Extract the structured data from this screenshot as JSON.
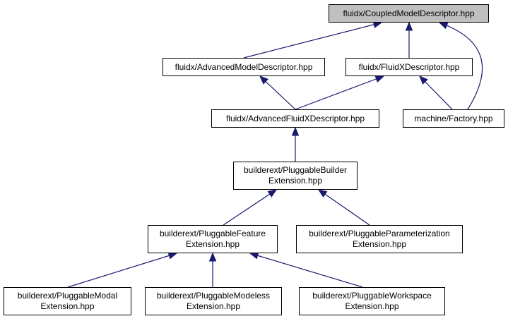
{
  "colors": {
    "edge": "#191970",
    "root_fill": "#bfbfbf",
    "node_fill": "#ffffff",
    "border": "#000000"
  },
  "nodes": {
    "coupled": {
      "lines": [
        "fluidx/CoupledModelDescriptor.hpp"
      ]
    },
    "advanced_model": {
      "lines": [
        "fluidx/AdvancedModelDescriptor.hpp"
      ]
    },
    "fluidx_desc": {
      "lines": [
        "fluidx/FluidXDescriptor.hpp"
      ]
    },
    "advanced_fluidx": {
      "lines": [
        "fluidx/AdvancedFluidXDescriptor.hpp"
      ]
    },
    "factory": {
      "lines": [
        "machine/Factory.hpp"
      ]
    },
    "builder": {
      "lines": [
        "builderext/PluggableBuilder",
        "Extension.hpp"
      ]
    },
    "feature": {
      "lines": [
        "builderext/PluggableFeature",
        "Extension.hpp"
      ]
    },
    "parameterization": {
      "lines": [
        "builderext/PluggableParameterization",
        "Extension.hpp"
      ]
    },
    "modal": {
      "lines": [
        "builderext/PluggableModal",
        "Extension.hpp"
      ]
    },
    "modeless": {
      "lines": [
        "builderext/PluggableModeless",
        "Extension.hpp"
      ]
    },
    "workspace": {
      "lines": [
        "builderext/PluggableWorkspace",
        "Extension.hpp"
      ]
    }
  },
  "edges": [
    {
      "from": "advanced_model",
      "to": "coupled"
    },
    {
      "from": "fluidx_desc",
      "to": "coupled"
    },
    {
      "from": "factory",
      "to": "coupled"
    },
    {
      "from": "advanced_fluidx",
      "to": "advanced_model"
    },
    {
      "from": "advanced_fluidx",
      "to": "fluidx_desc"
    },
    {
      "from": "factory",
      "to": "fluidx_desc"
    },
    {
      "from": "builder",
      "to": "advanced_fluidx"
    },
    {
      "from": "feature",
      "to": "builder"
    },
    {
      "from": "parameterization",
      "to": "builder"
    },
    {
      "from": "modal",
      "to": "feature"
    },
    {
      "from": "modeless",
      "to": "feature"
    },
    {
      "from": "workspace",
      "to": "feature"
    }
  ]
}
